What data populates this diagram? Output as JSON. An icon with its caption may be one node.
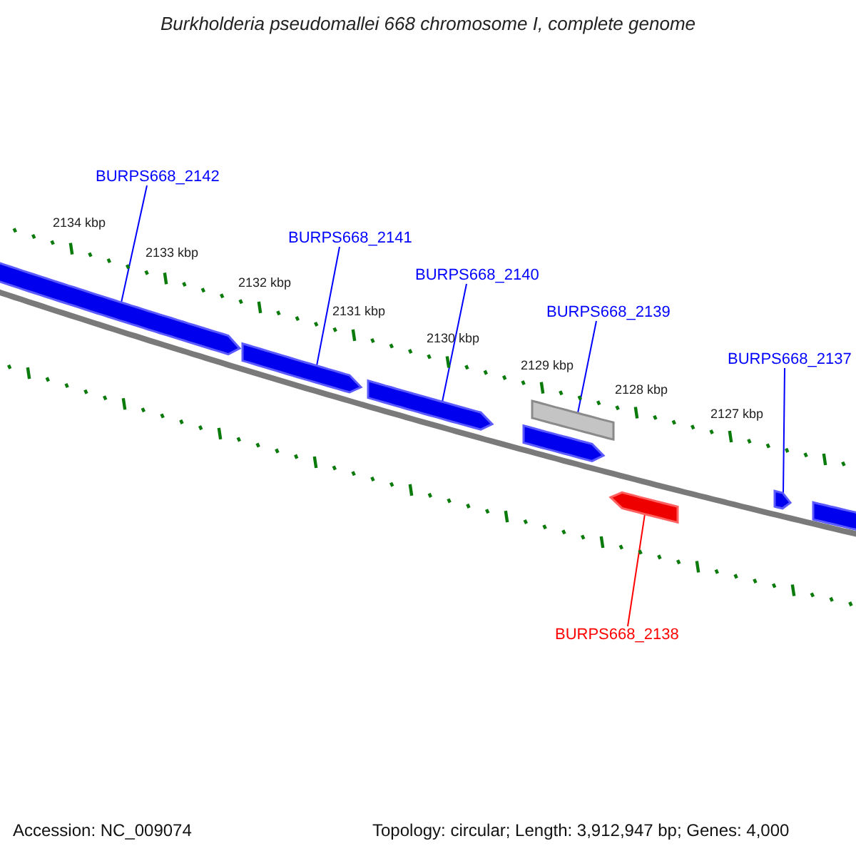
{
  "diagram": {
    "title": "Burkholderia pseudomallei 668 chromosome I, complete genome",
    "nodes": [
      {
        "text": [
          "BURPS668_2142"
        ]
      },
      {
        "text": [
          "BURPS668_2141"
        ]
      },
      {
        "text": [
          "BURPS668_2140"
        ]
      },
      {
        "text": [
          "BURPS668_2139"
        ]
      },
      {
        "text": [
          "BURPS668_2137"
        ]
      },
      {
        "text": [
          "BURPS668_2138"
        ]
      },
      {
        "text": [],
        "shape": "arrow"
      },
      {
        "text": [],
        "shape": "arrow"
      },
      {
        "text": [],
        "shape": "arrow"
      },
      {
        "text": [],
        "shape": "bar"
      },
      {
        "text": [],
        "shape": "arrow"
      },
      {
        "text": [],
        "shape": "arrow"
      },
      {
        "text": [],
        "shape": "arrow"
      },
      {
        "text": [],
        "shape": "arrow"
      }
    ],
    "edges": [
      {
        "from": 0,
        "to": 6,
        "arrow": "none"
      },
      {
        "from": 1,
        "to": 7,
        "arrow": "none"
      },
      {
        "from": 2,
        "to": 8,
        "arrow": "none"
      },
      {
        "from": 3,
        "to": 9,
        "arrow": "none"
      },
      {
        "from": 4,
        "to": 12,
        "arrow": "none"
      },
      {
        "from": 5,
        "to": 11,
        "arrow": "none",
        "color": "#ff0000"
      }
    ],
    "labels": [
      "2134 kbp",
      "2133 kbp",
      "2132 kbp",
      "2131 kbp",
      "2130 kbp",
      "2129 kbp",
      "2128 kbp",
      "2127 kbp",
      "Accession: NC_009074",
      "Topology: circular; Length: 3,912,947 bp; Genes: 4,000"
    ]
  }
}
